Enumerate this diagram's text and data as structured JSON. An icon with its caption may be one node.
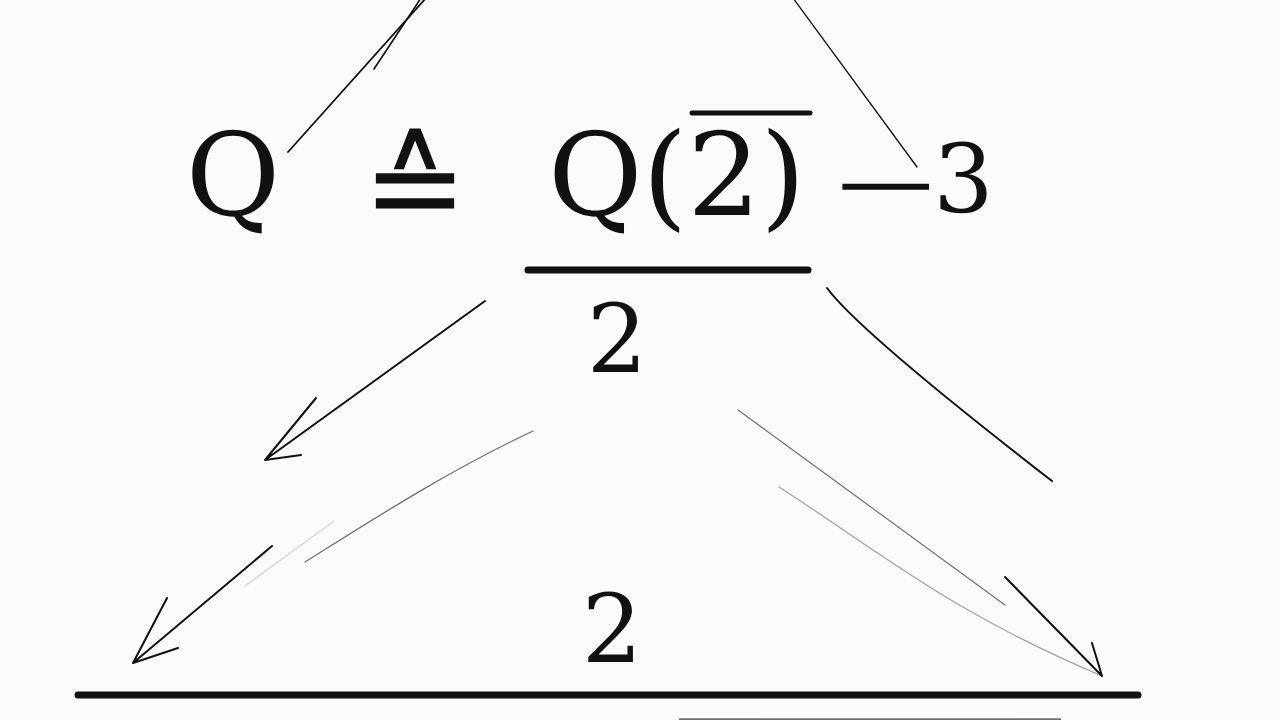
{
  "diagram": {
    "labels": [
      "Q",
      "≙",
      "Q(2)",
      "—3",
      "2",
      "2"
    ]
  }
}
